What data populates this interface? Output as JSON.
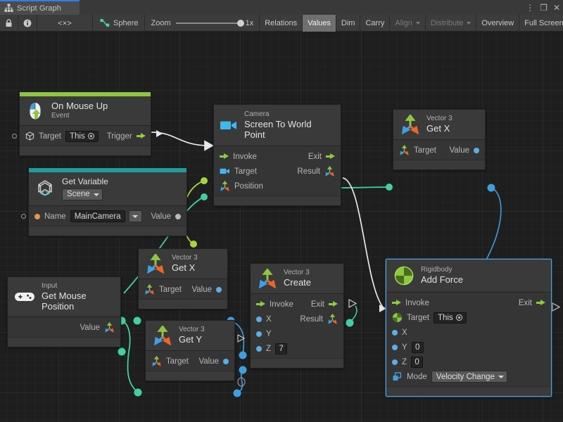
{
  "window": {
    "tab_label": "Script Graph",
    "tab_icon": "graph-hierarchy-icon",
    "menu_icon": "kebab-menu-icon",
    "maximize_icon": "maximize-icon",
    "close_icon": "close-icon"
  },
  "toolbar": {
    "lock_icon": "lock-icon",
    "info_icon": "info-icon",
    "code_icon": "code-brackets-icon",
    "object_icon": "script-graph-icon",
    "object_name": "Sphere",
    "zoom_label": "Zoom",
    "zoom_value": "1x",
    "buttons": [
      {
        "label": "Relations",
        "state": "normal"
      },
      {
        "label": "Values",
        "state": "active"
      },
      {
        "label": "Dim",
        "state": "normal"
      },
      {
        "label": "Carry",
        "state": "normal"
      },
      {
        "label": "Align",
        "state": "dim",
        "caret": true
      },
      {
        "label": "Distribute",
        "state": "dim",
        "caret": true
      },
      {
        "label": "Overview",
        "state": "normal"
      },
      {
        "label": "Full Screen",
        "state": "normal"
      }
    ]
  },
  "graph": {
    "nodes": {
      "on_mouse_up": {
        "accent_color": "#8ec63f",
        "icon": "mouse-up-event-icon",
        "title": "On Mouse Up",
        "subtitle": "Event",
        "target_label": "Target",
        "target_value": "This",
        "trigger_label": "Trigger"
      },
      "get_variable": {
        "accent_color": "#1f9c9c",
        "icon": "unity-variable-icon",
        "title": "Get Variable",
        "scope_value": "Scene",
        "name_label": "Name",
        "name_value": "MainCamera",
        "value_label": "Value"
      },
      "camera_screen_to_world": {
        "icon": "camera-icon",
        "subtitle": "Camera",
        "title": "Screen To World Point",
        "in_invoke": "Invoke",
        "in_target": "Target",
        "in_position": "Position",
        "out_exit": "Exit",
        "out_result": "Result"
      },
      "vector3_get_x_top": {
        "icon": "vector3-axis-icon",
        "subtitle": "Vector 3",
        "title": "Get X",
        "in_target": "Target",
        "out_value": "Value"
      },
      "vector3_get_x_mid": {
        "icon": "vector3-axis-icon",
        "subtitle": "Vector 3",
        "title": "Get X",
        "in_target": "Target",
        "out_value": "Value"
      },
      "vector3_get_y": {
        "icon": "vector3-axis-icon",
        "subtitle": "Vector 3",
        "title": "Get Y",
        "in_target": "Target",
        "out_value": "Value"
      },
      "input_get_mouse_position": {
        "icon": "gamepad-icon",
        "subtitle": "Input",
        "title": "Get Mouse Position",
        "out_value": "Value"
      },
      "vector3_create": {
        "icon": "vector3-axis-icon",
        "subtitle": "Vector 3",
        "title": "Create",
        "in_invoke": "Invoke",
        "in_x": "X",
        "in_y": "Y",
        "in_z": "Z",
        "z_value": "7",
        "out_exit": "Exit",
        "out_result": "Result"
      },
      "rigidbody_add_force": {
        "selected": true,
        "icon": "rigidbody-sphere-icon",
        "subtitle": "Rigidbody",
        "title": "Add Force",
        "in_invoke": "Invoke",
        "in_target": "Target",
        "target_value": "This",
        "in_x": "X",
        "in_y": "Y",
        "y_value": "0",
        "in_z": "Z",
        "z_value": "0",
        "mode_label": "Mode",
        "mode_value": "Velocity Change",
        "mode_icon": "enum-icon",
        "out_exit": "Exit"
      }
    },
    "edge_colors": {
      "flow": "#e8e8e8",
      "object": "#a8d63a",
      "vector": "#3fd1a0",
      "float": "#3f9fe0"
    }
  }
}
